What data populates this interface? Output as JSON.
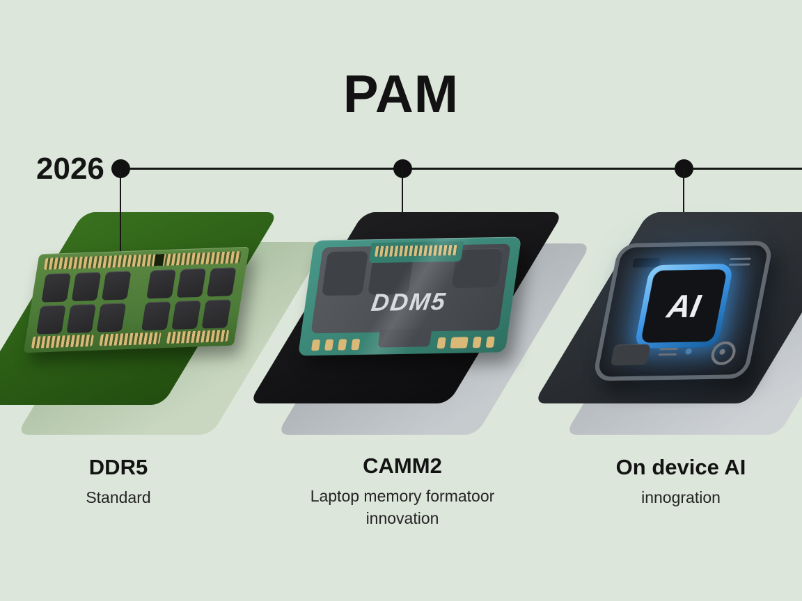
{
  "title": "PAM",
  "timeline": {
    "year": "2026"
  },
  "items": [
    {
      "heading": "DDR5",
      "subs": [
        "Standard",
        ""
      ],
      "module_label": ""
    },
    {
      "heading": "CAMM2",
      "subs": [
        "Laptop memory formatoor",
        "innovation"
      ],
      "module_label": "DDM5"
    },
    {
      "heading": "On device AI",
      "subs": [
        "innogration",
        ""
      ],
      "module_label": "AI"
    }
  ],
  "colors": {
    "background": "#dce6da",
    "timeline": "#161616",
    "plate_green": "#2b5d15",
    "plate_black": "#111113",
    "plate_charcoal": "#2b2e33",
    "plate_shadow_sage": "#aec3a5",
    "plate_shadow_gray": "#b3b8bc",
    "pcb_green": "#4a7836",
    "pcb_teal": "#3a8575",
    "gold_pins": "#d9b878",
    "ai_glow_blue": "#3e96e6"
  }
}
